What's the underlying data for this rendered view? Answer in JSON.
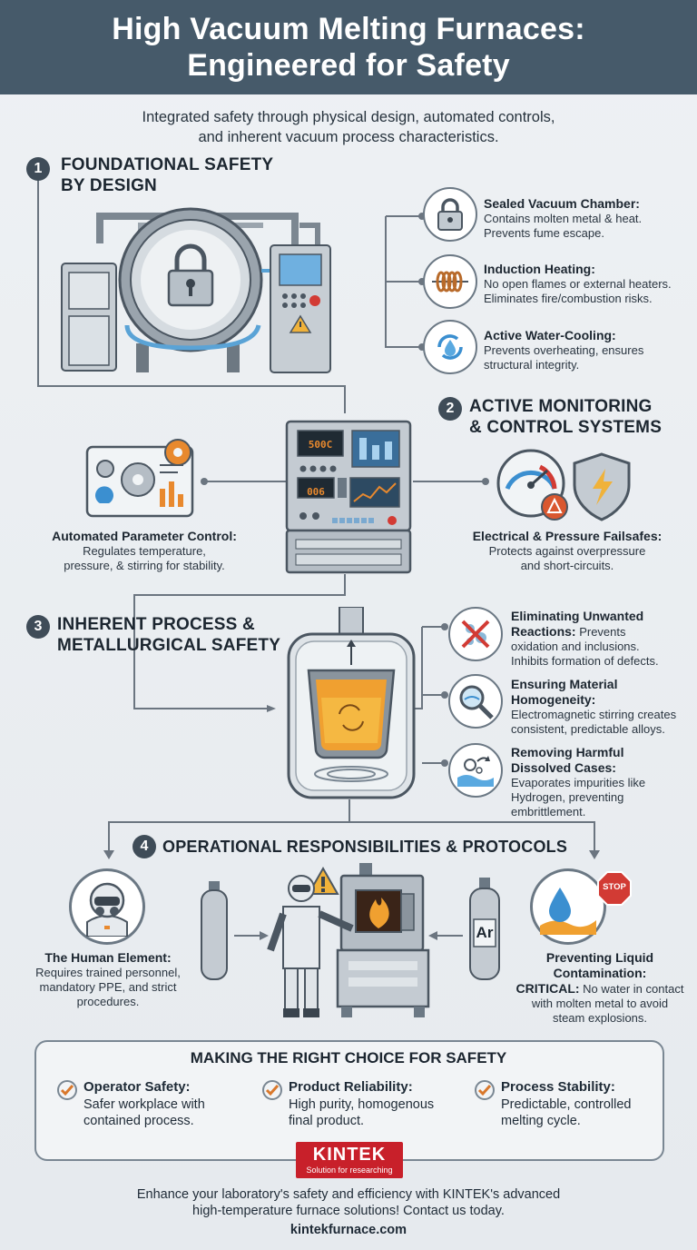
{
  "header": {
    "title_line1": "High Vacuum Melting Furnaces:",
    "title_line2": "Engineered for Safety"
  },
  "subtitle": {
    "line1": "Integrated safety through physical design, automated controls,",
    "line2": "and inherent vacuum process characteristics."
  },
  "section1": {
    "number": "1",
    "title_line1": "FOUNDATIONAL SAFETY",
    "title_line2": "BY DESIGN",
    "callouts": [
      {
        "title": "Sealed Vacuum Chamber:",
        "body_line1": "Contains molten metal & heat.",
        "body_line2": "Prevents fume escape.",
        "icon": "padlock-icon"
      },
      {
        "title": "Induction Heating:",
        "body_line1": "No open flames or external heaters.",
        "body_line2": "Eliminates fire/combustion risks.",
        "icon": "coil-icon"
      },
      {
        "title": "Active Water-Cooling:",
        "body_line1": "Prevents overheating, ensures",
        "body_line2": "structural integrity.",
        "icon": "water-cycle-icon"
      }
    ]
  },
  "section2": {
    "number": "2",
    "title_line1": "ACTIVE MONITORING",
    "title_line2": "& CONTROL SYSTEMS",
    "panel_display1": "500C",
    "panel_display2": "006",
    "left": {
      "title": "Automated Parameter Control:",
      "body_line1": "Regulates temperature,",
      "body_line2": "pressure, & stirring for stability."
    },
    "right": {
      "title": "Electrical & Pressure Failsafes:",
      "body_line1": "Protects against overpressure",
      "body_line2": "and short-circuits."
    }
  },
  "section3": {
    "number": "3",
    "title_line1": "INHERENT PROCESS &",
    "title_line2": "METALLURGICAL SAFETY",
    "callouts": [
      {
        "title": "Eliminating Unwanted",
        "title2": "Reactions:",
        "body_inline": " Prevents",
        "body_line1": "oxidation and inclusions.",
        "body_line2": "Inhibits formation of defects."
      },
      {
        "title": "Ensuring Material",
        "title2": "Homogeneity:",
        "body_line1": "Electromagnetic stirring creates",
        "body_line2": "consistent, predictable alloys."
      },
      {
        "title": "Removing Harmful",
        "title2": "Dissolved Cases:",
        "body_line1": "Evaporates impurities like",
        "body_line2": "Hydrogen, preventing",
        "body_line3": "embrittlement."
      }
    ]
  },
  "section4": {
    "number": "4",
    "title": "OPERATIONAL RESPONSIBILITIES & PROTOCOLS",
    "argon_label": "Ar",
    "stop_label": "STOP",
    "left": {
      "title": "The Human Element:",
      "body_line1": "Requires trained personnel,",
      "body_line2": "mandatory PPE, and strict",
      "body_line3": "procedures."
    },
    "right": {
      "title_line1": "Preventing Liquid",
      "title_line2": "Contamination:",
      "critical": "CRITICAL:",
      "body_inline": " No water in contact",
      "body_line2": "with molten metal to avoid",
      "body_line3": "steam explosions."
    }
  },
  "choice": {
    "title": "MAKING THE RIGHT CHOICE FOR SAFETY",
    "items": [
      {
        "title": "Operator Safety:",
        "body_line1": "Safer workplace with",
        "body_line2": "contained process."
      },
      {
        "title": "Product Reliability:",
        "body_line1": "High purity, homogenous",
        "body_line2": "final product."
      },
      {
        "title": "Process Stability:",
        "body_line1": "Predictable, controlled",
        "body_line2": "melting cycle."
      }
    ]
  },
  "brand": {
    "name": "KINTEK",
    "tagline": "Solution for researching"
  },
  "cta": {
    "line1": "Enhance your laboratory's safety and efficiency with KINTEK's advanced",
    "line2": "high-temperature furnace solutions! Contact us today.",
    "site": "kintekfurnace.com"
  },
  "colors": {
    "header": "#465a6a",
    "accent_orange": "#e8892e",
    "brand_red": "#c8202a",
    "check_orange": "#d9782c"
  }
}
